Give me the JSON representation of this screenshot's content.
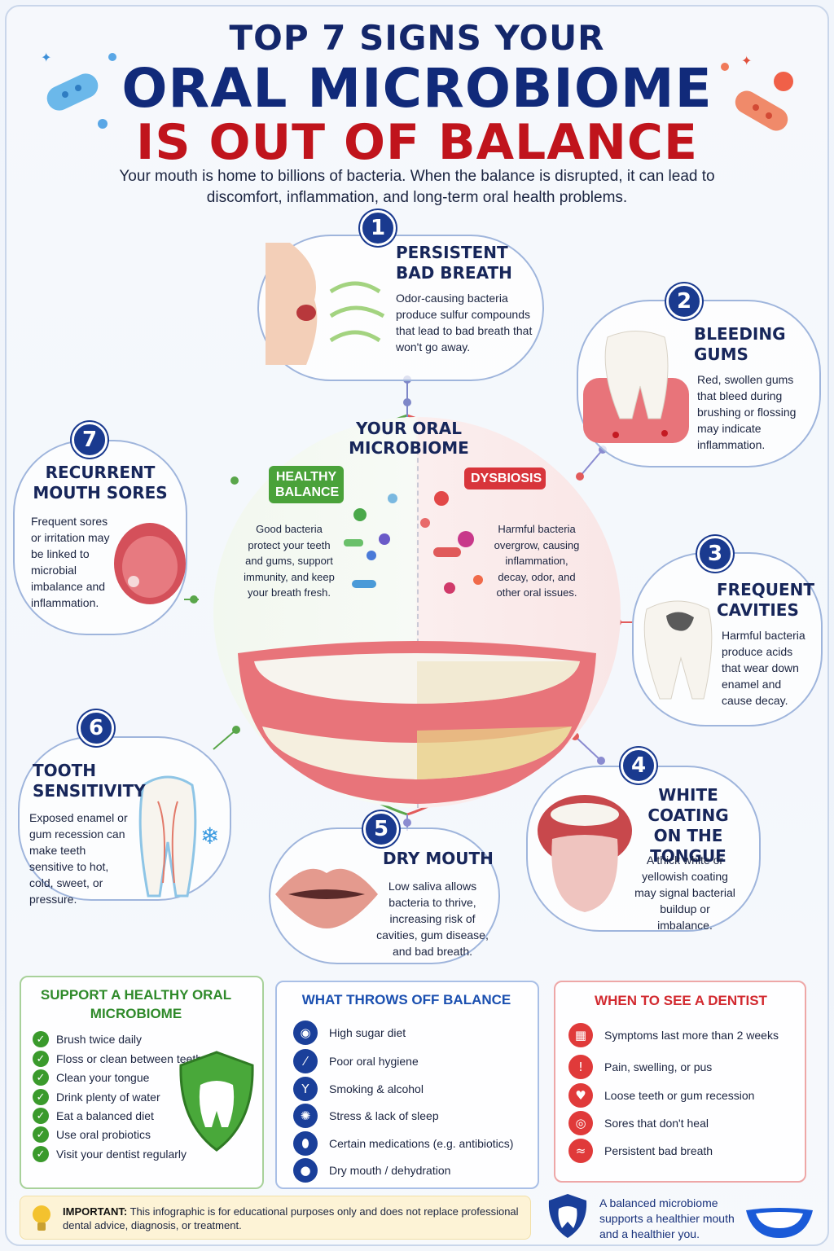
{
  "title": {
    "line1": "TOP 7 SIGNS YOUR",
    "line2": "ORAL MICROBIOME",
    "line3": "IS OUT OF BALANCE"
  },
  "intro": "Your mouth is home to billions of bacteria. When the balance is disrupted, it can lead to discomfort, inflammation, and long-term oral health problems.",
  "center": {
    "title": "YOUR ORAL MICROBIOME",
    "healthy": {
      "label": "HEALTHY BALANCE",
      "text": "Good bacteria protect your teeth and gums, support immunity, and keep your breath fresh."
    },
    "dysbiosis": {
      "label": "DYSBIOSIS",
      "text": "Harmful bacteria overgrow, causing inflammation, decay, odor, and other oral issues."
    }
  },
  "signs": [
    {
      "number": "1",
      "title": "PERSISTENT BAD BREATH",
      "text": "Odor-causing bacteria produce sulfur compounds that lead to bad breath that won't go away."
    },
    {
      "number": "2",
      "title": "BLEEDING GUMS",
      "text": "Red, swollen gums that bleed during brushing or flossing may indicate inflammation."
    },
    {
      "number": "3",
      "title": "FREQUENT CAVITIES",
      "text": "Harmful bacteria produce acids that wear down enamel and cause decay."
    },
    {
      "number": "4",
      "title": "WHITE COATING ON THE TONGUE",
      "text": "A thick white or yellowish coating may signal bacterial buildup or imbalance."
    },
    {
      "number": "5",
      "title": "DRY MOUTH",
      "text": "Low saliva allows bacteria to thrive, increasing risk of cavities, gum disease, and bad breath."
    },
    {
      "number": "6",
      "title": "TOOTH SENSITIVITY",
      "text": "Exposed enamel or gum recession can make teeth sensitive to hot, cold, sweet, or pressure."
    },
    {
      "number": "7",
      "title": "RECURRENT MOUTH SORES",
      "text": "Frequent sores or irritation may be linked to microbial imbalance and inflammation."
    }
  ],
  "support": {
    "title": "SUPPORT A HEALTHY ORAL MICROBIOME",
    "items": [
      "Brush twice daily",
      "Floss or clean between teeth",
      "Clean your tongue",
      "Drink plenty of water",
      "Eat a balanced diet",
      "Use oral probiotics",
      "Visit your dentist regularly"
    ]
  },
  "throws": {
    "title": "WHAT THROWS OFF BALANCE",
    "items": [
      "High sugar diet",
      "Poor oral hygiene",
      "Smoking & alcohol",
      "Stress & lack of sleep",
      "Certain medications (e.g. antibiotics)",
      "Dry mouth / dehydration"
    ]
  },
  "dentist": {
    "title": "WHEN TO SEE A DENTIST",
    "items": [
      "Symptoms last more than 2 weeks",
      "Pain, swelling, or pus",
      "Loose teeth or gum recession",
      "Sores that don't heal",
      "Persistent bad breath"
    ]
  },
  "footer": {
    "important_label": "IMPORTANT:",
    "important_text": " This infographic is for educational purposes only and does not replace professional dental advice, diagnosis, or treatment.",
    "closing": "A balanced microbiome supports a healthier mouth and a healthier you."
  },
  "colors": {
    "navy": "#112a7a",
    "red": "#c0141c",
    "green": "#3a9a2c",
    "blue": "#1a3f9a"
  }
}
